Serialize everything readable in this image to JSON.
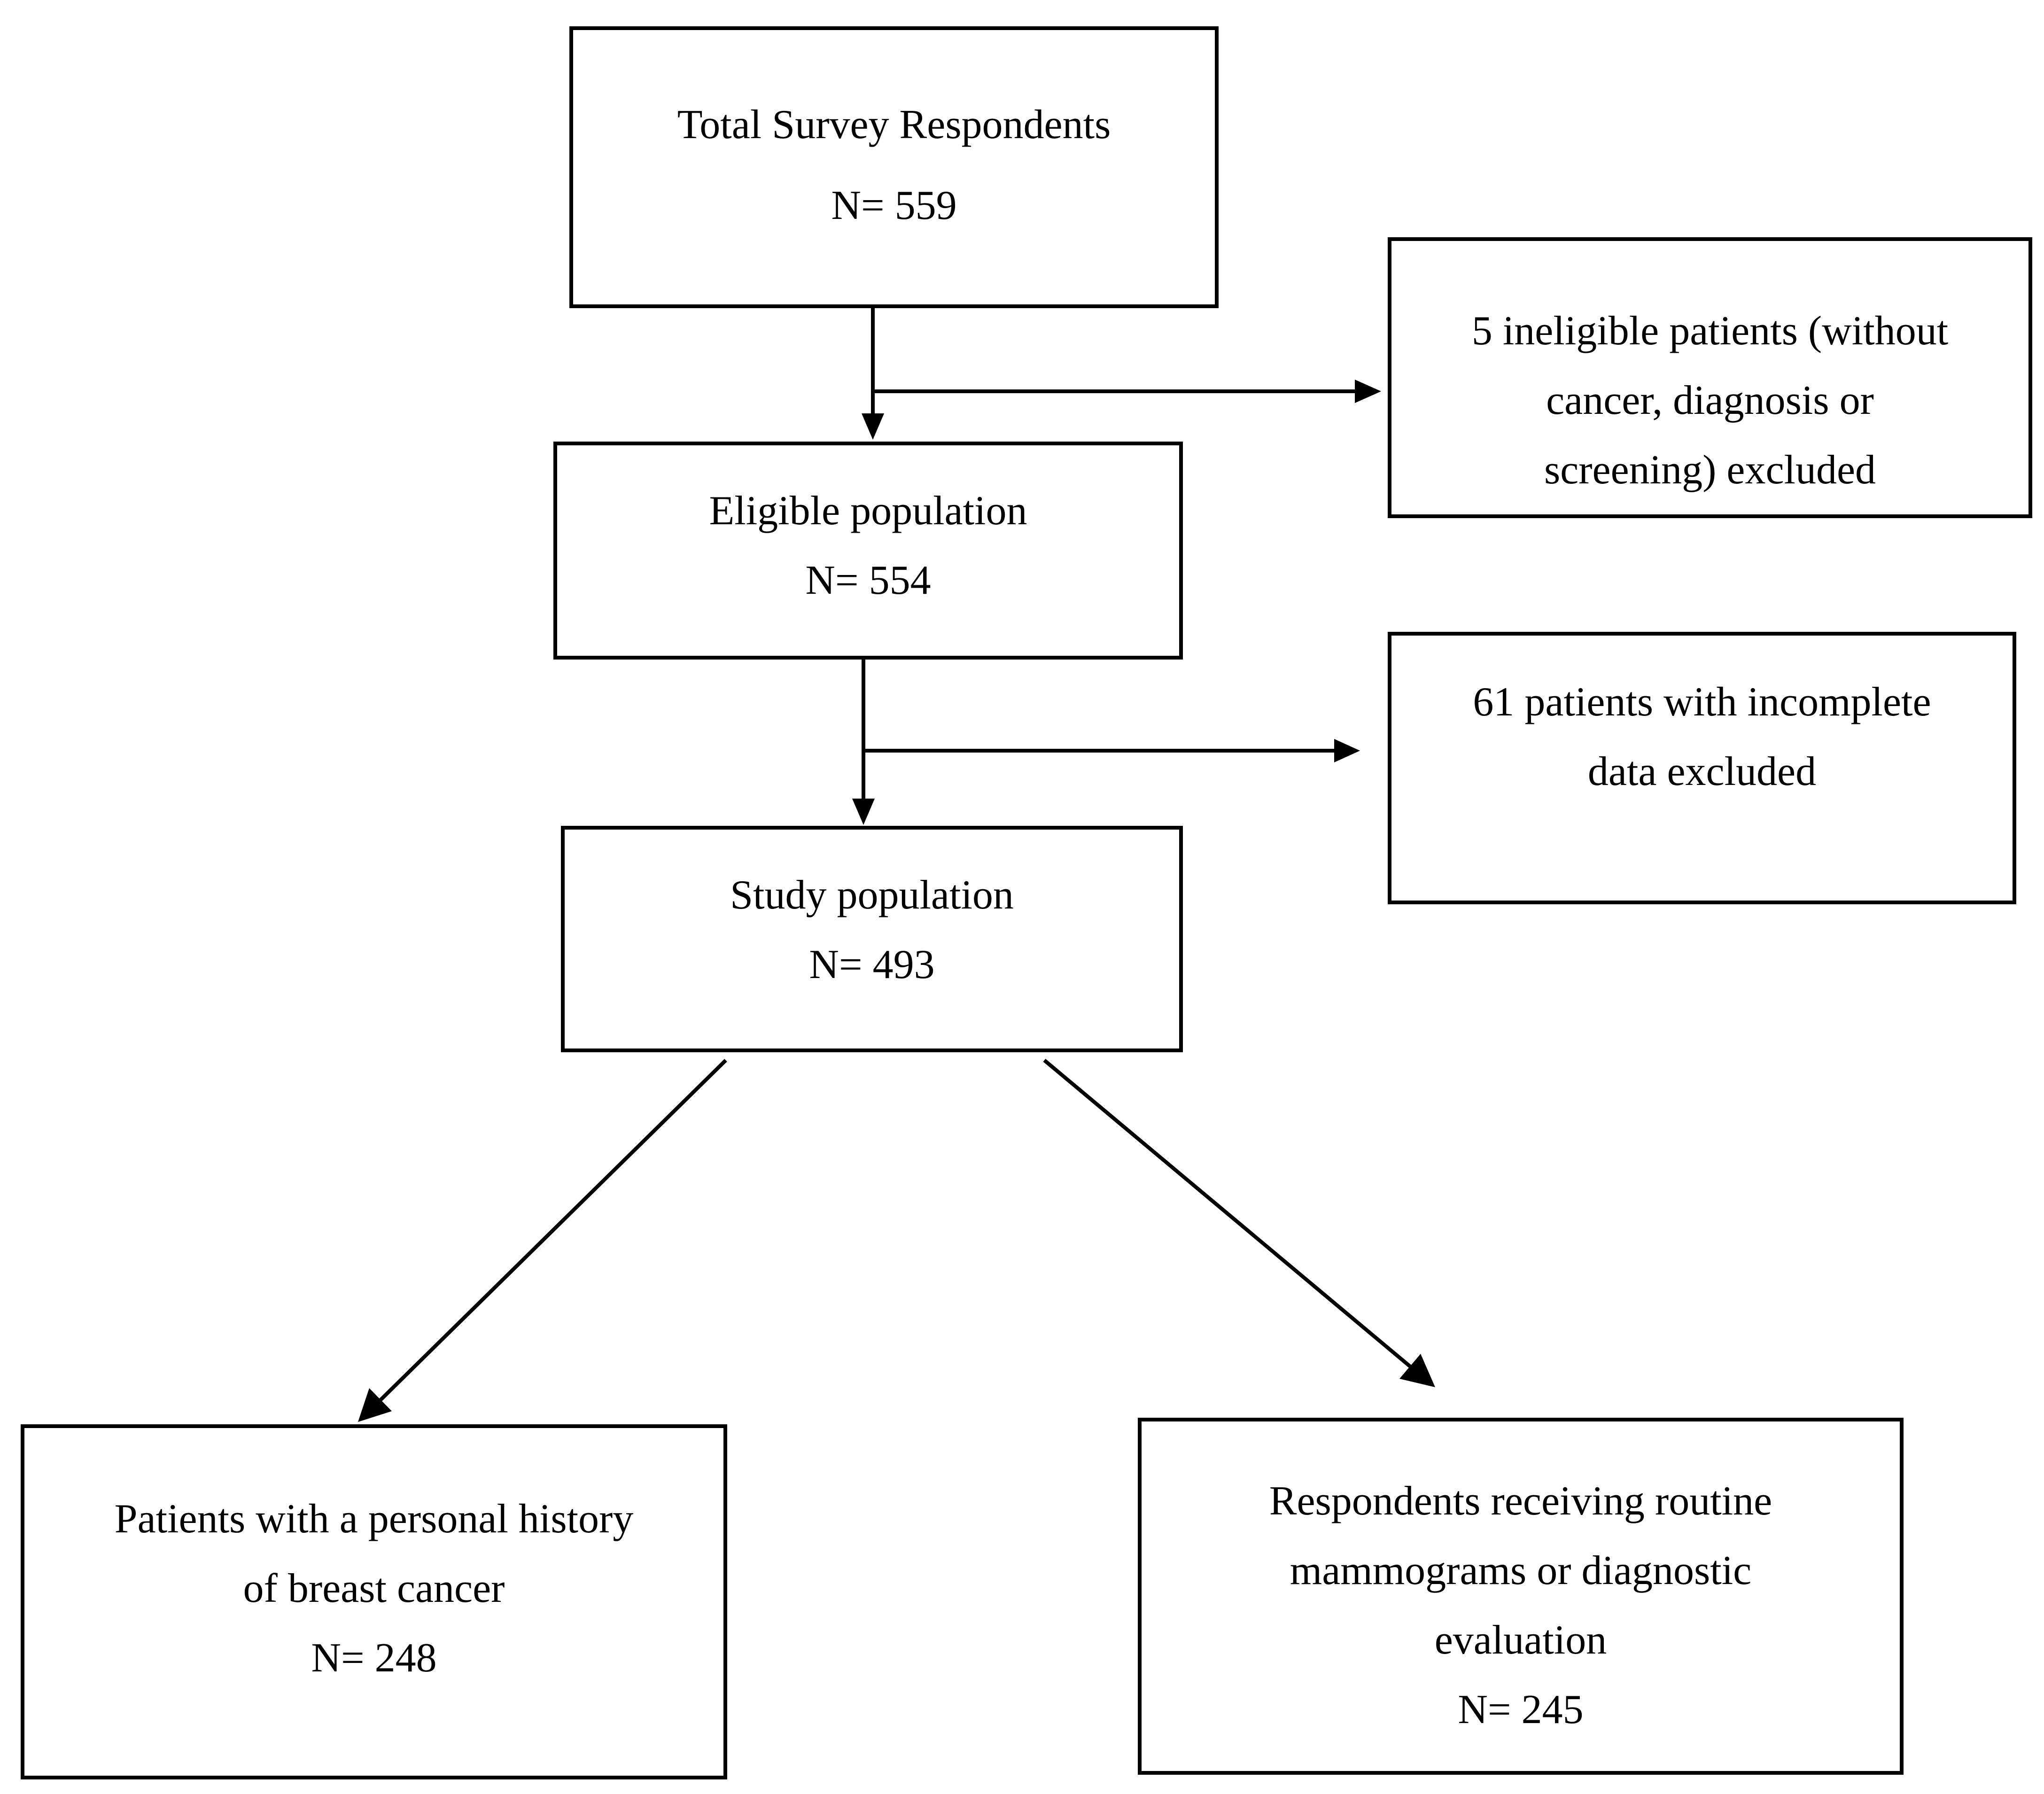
{
  "diagram": {
    "nodes": {
      "total": {
        "lines": [
          "Total Survey Respondents",
          "N= 559"
        ]
      },
      "eligible": {
        "lines": [
          "Eligible population",
          "N= 554"
        ]
      },
      "study": {
        "lines": [
          "Study population",
          "N= 493"
        ]
      },
      "excluded_ineligible": {
        "lines": [
          "5 ineligible patients (without",
          "cancer, diagnosis or",
          "screening) excluded"
        ]
      },
      "excluded_incomplete": {
        "lines": [
          "61 patients with incomplete",
          "data excluded"
        ]
      },
      "history": {
        "lines": [
          "Patients with a personal history",
          "of breast cancer",
          "N= 248"
        ]
      },
      "routine": {
        "lines": [
          "Respondents receiving routine",
          "mammograms or diagnostic",
          "evaluation",
          "N= 245"
        ]
      }
    },
    "edges": [
      {
        "from": "total",
        "to": "eligible"
      },
      {
        "from": "total",
        "to": "excluded_ineligible"
      },
      {
        "from": "eligible",
        "to": "study"
      },
      {
        "from": "eligible",
        "to": "excluded_incomplete"
      },
      {
        "from": "study",
        "to": "history"
      },
      {
        "from": "study",
        "to": "routine"
      }
    ]
  }
}
